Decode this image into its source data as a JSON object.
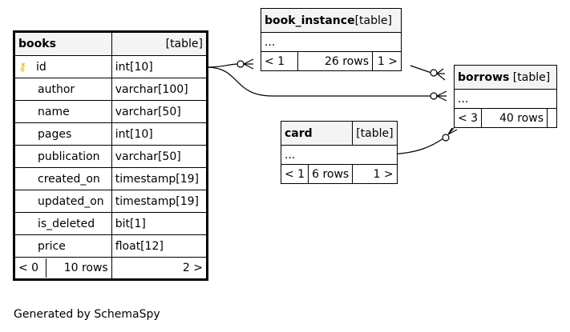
{
  "tables": {
    "books": {
      "name": "books",
      "kind": "[table]",
      "columns": [
        {
          "name": "id",
          "type": "int[10]",
          "key": true
        },
        {
          "name": "author",
          "type": "varchar[100]"
        },
        {
          "name": "name",
          "type": "varchar[50]"
        },
        {
          "name": "pages",
          "type": "int[10]"
        },
        {
          "name": "publication",
          "type": "varchar[50]"
        },
        {
          "name": "created_on",
          "type": "timestamp[19]"
        },
        {
          "name": "updated_on",
          "type": "timestamp[19]"
        },
        {
          "name": "is_deleted",
          "type": "bit[1]"
        },
        {
          "name": "price",
          "type": "float[12]"
        }
      ],
      "footer": {
        "left": "< 0",
        "rows": "10 rows",
        "right": "2 >"
      }
    },
    "book_instance": {
      "name": "book_instance",
      "kind": "[table]",
      "body": "...",
      "footer": {
        "left": "< 1",
        "rows": "26 rows",
        "right": "1 >"
      }
    },
    "borrows": {
      "name": "borrows",
      "kind": "[table]",
      "body": "...",
      "footer": {
        "left": "< 3",
        "rows": "40 rows",
        "right": ""
      }
    },
    "card": {
      "name": "card",
      "kind": "[table]",
      "body": "...",
      "footer": {
        "left": "< 1",
        "rows": "6 rows",
        "right": "1 >"
      }
    }
  },
  "colors": {
    "key_icon": "#d4c21a",
    "header_bg": "#f4f4f4"
  },
  "footer_text": "Generated by SchemaSpy"
}
